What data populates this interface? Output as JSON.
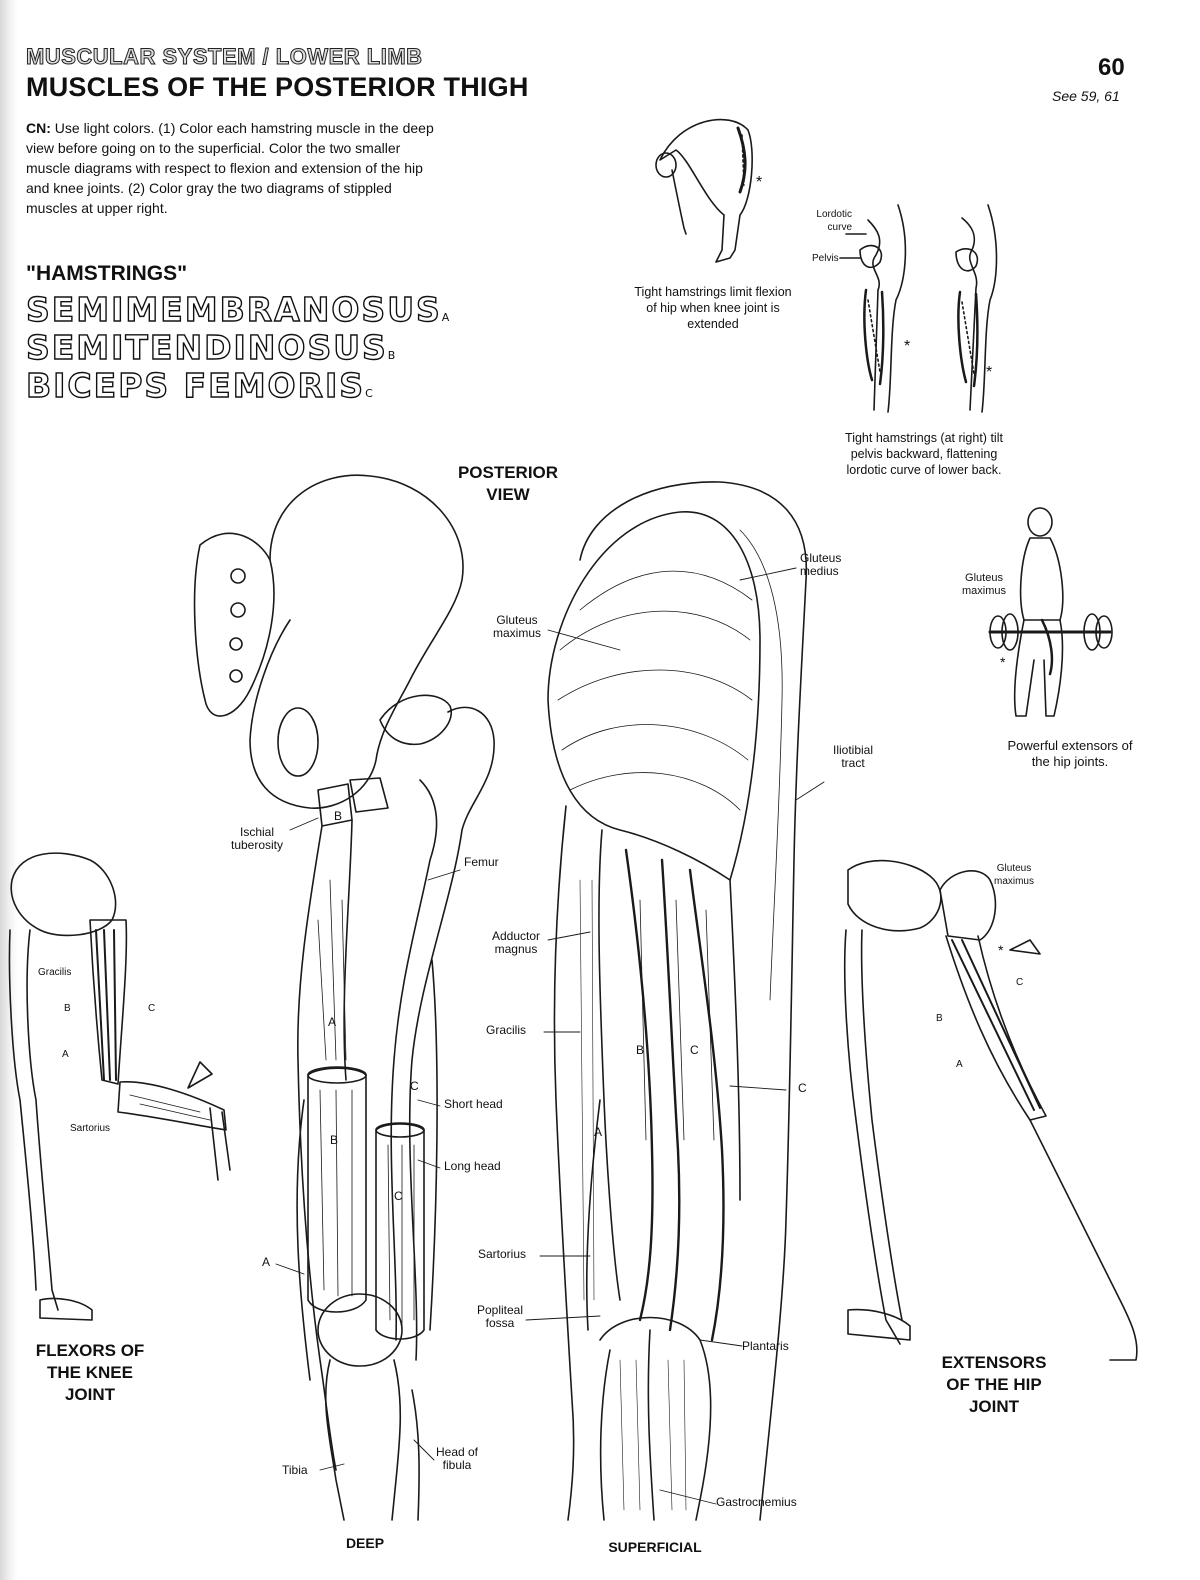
{
  "header": {
    "section": "MUSCULAR SYSTEM / LOWER LIMB",
    "title": "MUSCLES OF THE POSTERIOR THIGH",
    "page_number": "60",
    "see_also": "See 59, 61"
  },
  "instructions": {
    "prefix": "CN:",
    "text": "Use light colors. (1) Color each hamstring muscle in the deep view before going on to the superficial. Color the two smaller muscle diagrams with respect to flexion and extension of the hip and knee joints. (2) Color gray the two diagrams of stippled muscles at upper right."
  },
  "hamstrings": {
    "heading": "\"HAMSTRINGS\"",
    "muscles": [
      {
        "name": "SEMIMEMBRANOSUS",
        "letter": "A"
      },
      {
        "name": "SEMITENDINOSUS",
        "letter": "B"
      },
      {
        "name": "BICEPS FEMORIS",
        "letter": "C"
      }
    ]
  },
  "figure_captions": {
    "tight_hip": "Tight hamstrings limit flexion of hip when knee joint is extended",
    "tight_pelvis": "Tight hamstrings (at right) tilt pelvis backward, flattening lordotic curve of lower back.",
    "powerful": "Powerful extensors of the hip joints.",
    "posterior_view": "POSTERIOR VIEW",
    "flexors": "FLEXORS OF THE KNEE JOINT",
    "extensors": "EXTENSORS OF THE HIP JOINT",
    "deep": "DEEP",
    "superficial": "SUPERFICIAL"
  },
  "labels": {
    "lordotic_curve": "Lordotic curve",
    "pelvis": "Pelvis",
    "asterisk": "*",
    "gluteus_maximus": "Gluteus maximus",
    "gluteus_medius": "Gluteus medius",
    "iliotibial_tract": "Iliotibial tract",
    "ischial_tuberosity": "Ischial tuberosity",
    "femur": "Femur",
    "adductor_magnus": "Adductor magnus",
    "gracilis": "Gracilis",
    "short_head": "Short head",
    "long_head": "Long head",
    "sartorius": "Sartorius",
    "popliteal_fossa": "Popliteal fossa",
    "plantaris": "Plantaris",
    "tibia": "Tibia",
    "head_of_fibula": "Head of fibula",
    "gastrocnemius": "Gastrocnemius",
    "letter_a": "A",
    "letter_b": "B",
    "letter_c": "C"
  }
}
